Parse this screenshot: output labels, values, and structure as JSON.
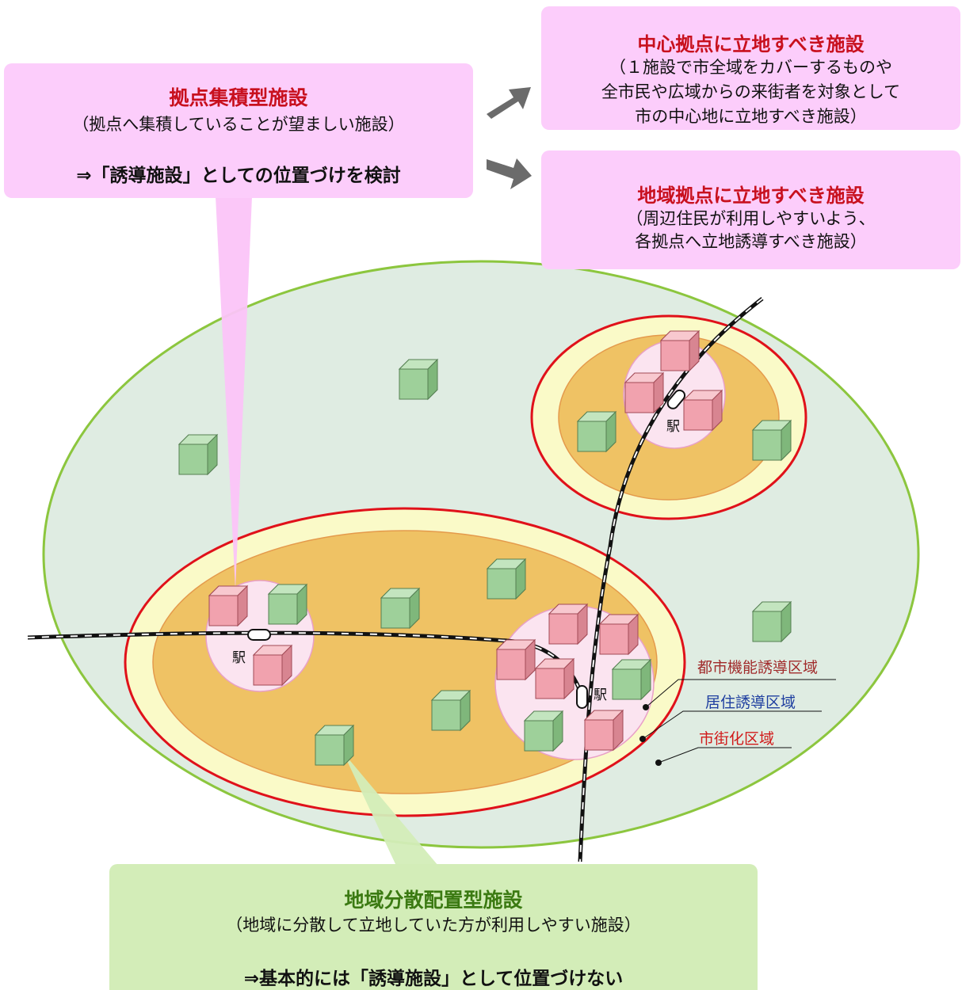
{
  "concentration_box": {
    "title": "拠点集積型施設",
    "description": "（拠点へ集積していることが望ましい施設）",
    "conclusion": "⇒「誘導施設」としての位置づけを検討"
  },
  "center_box": {
    "title": "中心拠点に立地すべき施設",
    "lines": [
      "（１施設で市全域をカバーするものや",
      "全市民や広域からの来街者を対象として",
      "市の中心地に立地すべき施設）"
    ]
  },
  "regional_box": {
    "title": "地域拠点に立地すべき施設",
    "lines": [
      "（周辺住民が利用しやすいよう、",
      "各拠点へ立地誘導すべき施設）"
    ]
  },
  "dispersed_box": {
    "title": "地域分散配置型施設",
    "description": "（地域に分散して立地していた方が利用しやすい施設）",
    "conclusion": "⇒基本的には「誘導施設」として位置づけない"
  },
  "legend": {
    "urban_function_area": "都市機能誘導区域",
    "residence_area": "居住誘導区域",
    "urbanization_area": "市街化区域"
  },
  "stations": {
    "label": "駅"
  },
  "colors": {
    "city_fill": "#dfece2",
    "city_outline": "#8cc63e",
    "urbanization_outline": "#e0111a",
    "urbanization_fill": "#fafac8",
    "residence_fill": "#efc264",
    "urban_function_fill": "#fbe4f0",
    "pink_facility": "#f1a2ae",
    "green_facility": "#9ed09a",
    "title_red": "#c8101e",
    "title_green": "#3b7a12"
  }
}
